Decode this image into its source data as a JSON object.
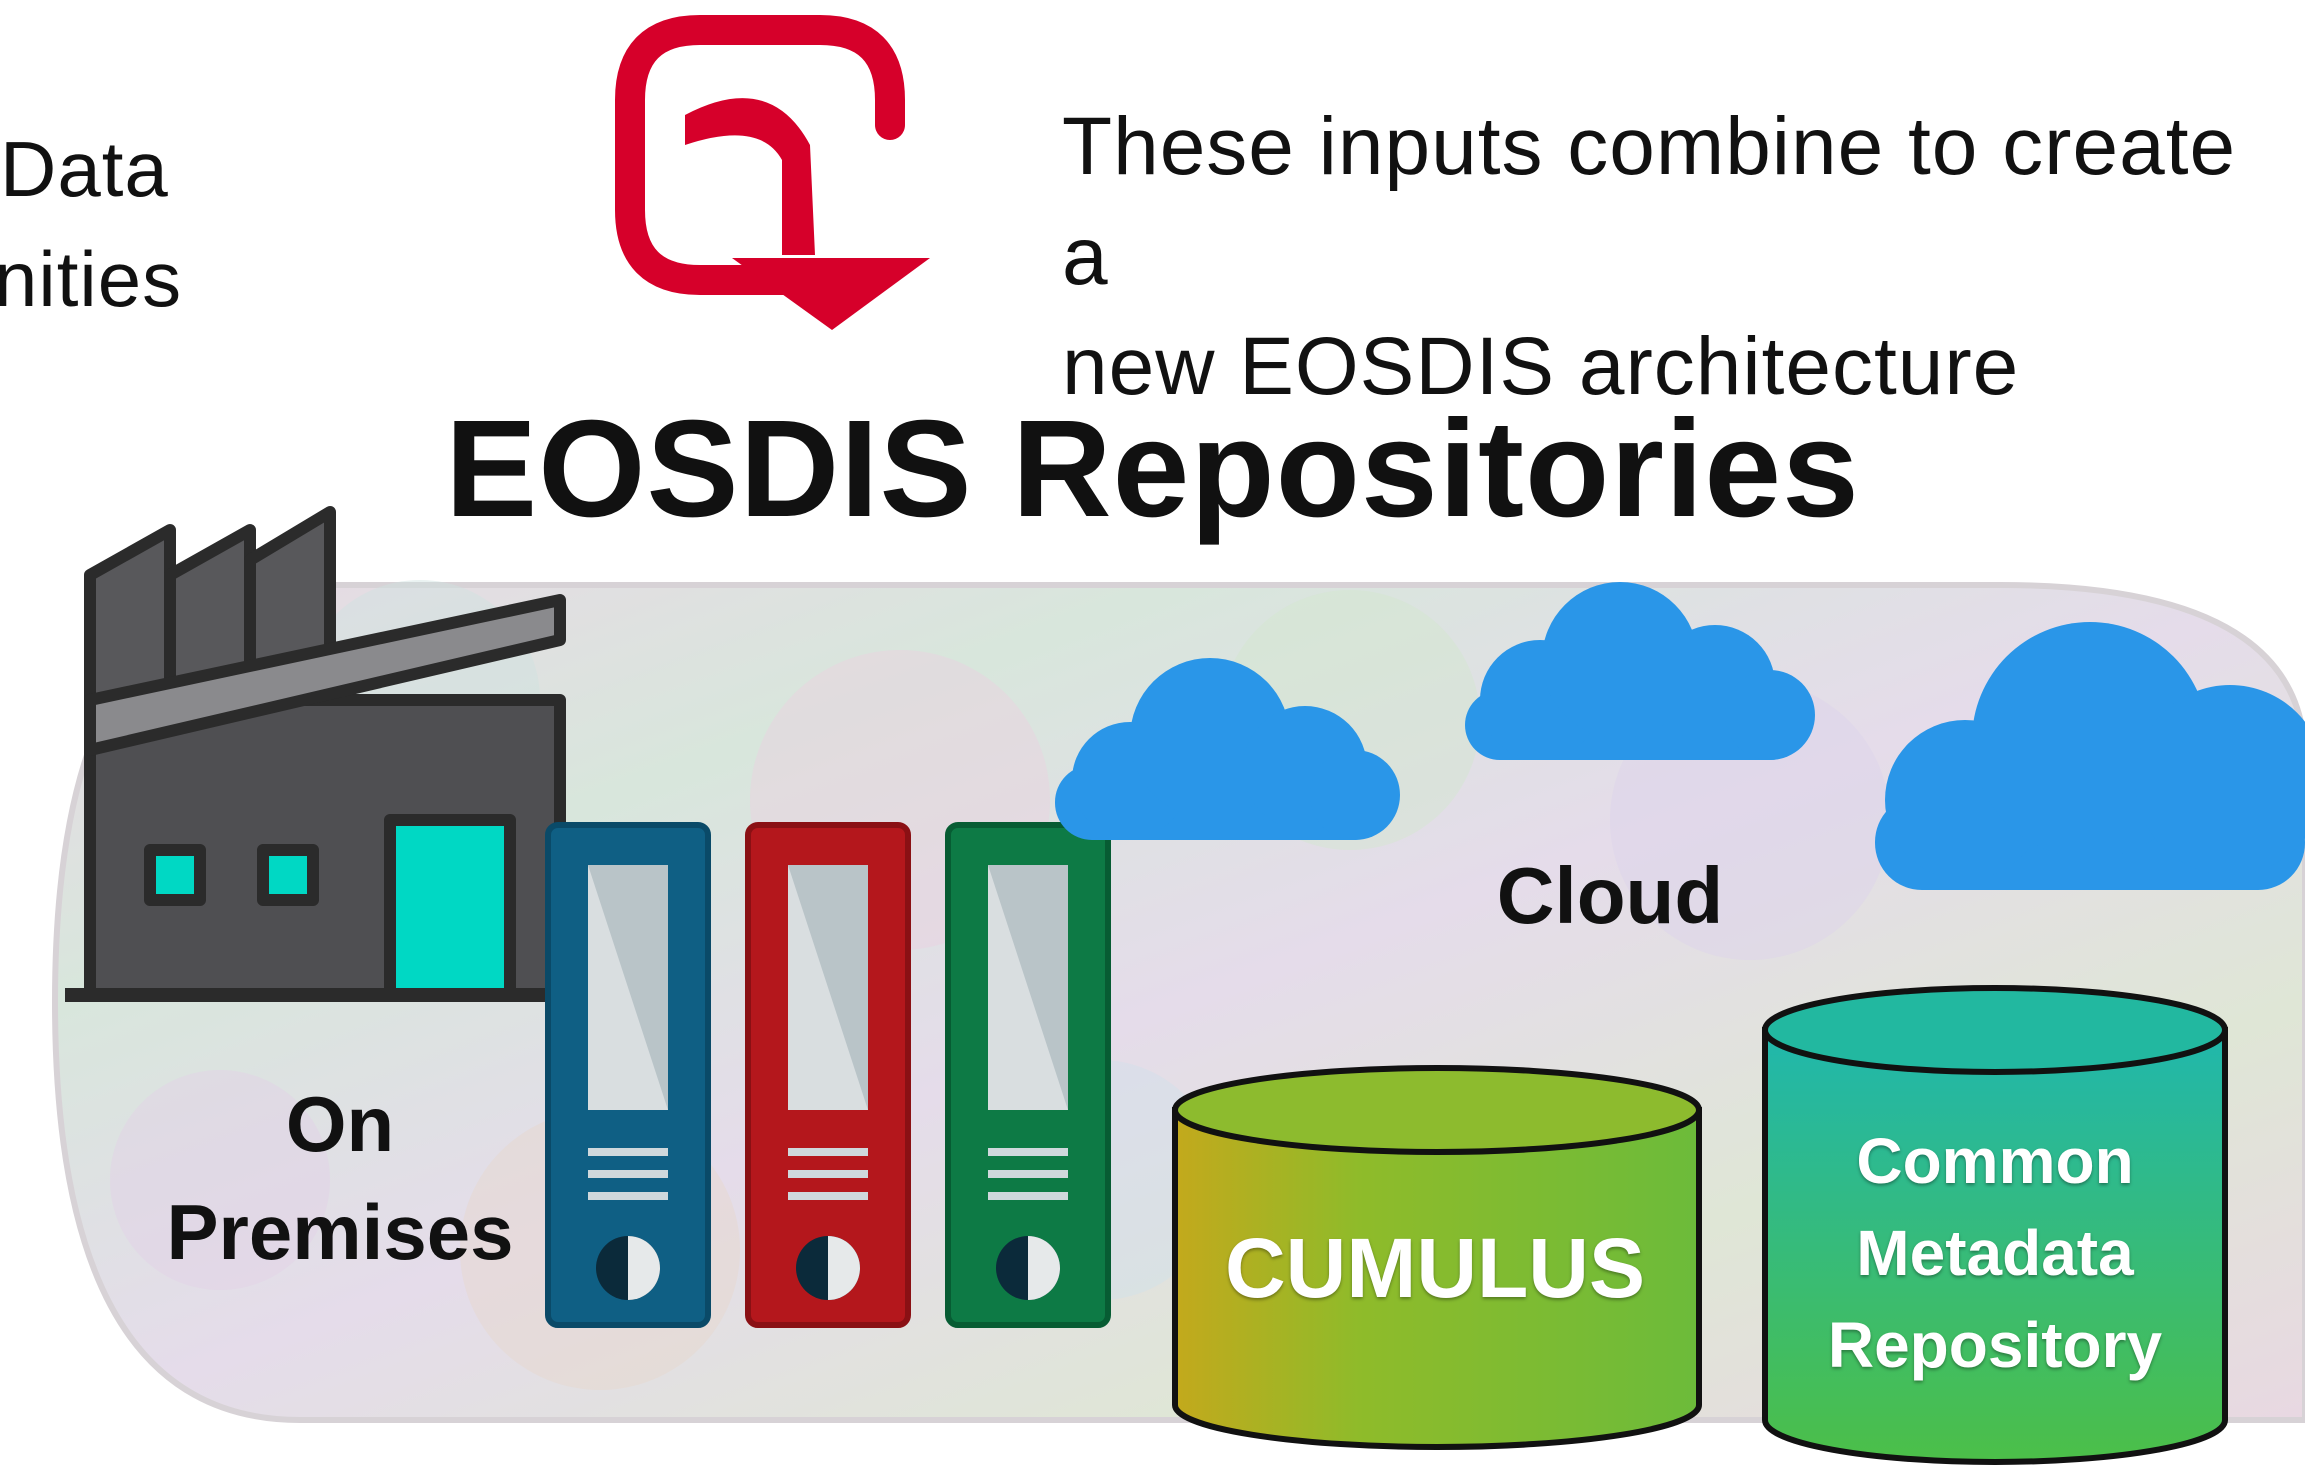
{
  "left_fragment": {
    "line1": "Data",
    "line2": "nities"
  },
  "intro": {
    "line1": "These inputs combine to create a",
    "line2": "new EOSDIS architecture"
  },
  "title": "EOSDIS Repositories",
  "labels": {
    "on_premises_line1": "On",
    "on_premises_line2": "Premises",
    "cloud": "Cloud",
    "cumulus": "CUMULUS",
    "cmr_line1": "Common",
    "cmr_line2": "Metadata",
    "cmr_line3": "Repository"
  },
  "colors": {
    "arrow": "#d6002a",
    "cloud": "#2a96e8",
    "binder_blue": "#0f5f84",
    "binder_red": "#b4171c",
    "binder_green": "#0d7a45",
    "door_window": "#00d8c4",
    "factory": "#555558",
    "cumulus_top": "#8dbb2e",
    "cmr_top": "#22b8a0"
  },
  "icons": [
    "redirect-arrow-icon",
    "factory-icon",
    "binder-icon",
    "cloud-icon",
    "database-cylinder-icon"
  ]
}
